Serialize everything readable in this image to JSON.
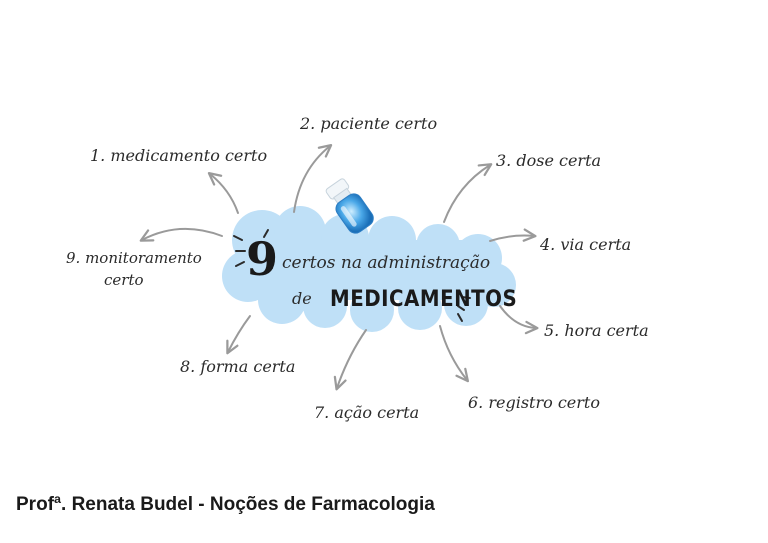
{
  "center": {
    "number": "9",
    "line1": "certos na administração",
    "line2_prefix": "de",
    "line2_main": "MEDICAMENTOS"
  },
  "items": [
    {
      "label": "1. medicamento certo"
    },
    {
      "label": "2. paciente certo"
    },
    {
      "label": "3. dose certa"
    },
    {
      "label": "4. via certa"
    },
    {
      "label": "5. hora certa"
    },
    {
      "label": "6. registro certo"
    },
    {
      "label": "7. ação certa"
    },
    {
      "label": "8. forma certa"
    },
    {
      "label_line1": "9. monitoramento",
      "label_line2": "certo"
    }
  ],
  "footer": {
    "text": "Profª. Renata Budel - Noções de Farmacologia"
  },
  "colors": {
    "cloud": "#bfe0f7",
    "arrow": "#9a9a9a",
    "text": "#2b2b2b"
  }
}
